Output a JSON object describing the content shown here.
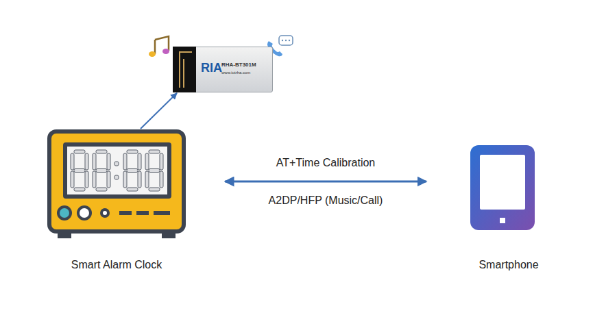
{
  "diagram": {
    "nodes": [
      {
        "text": [
          "RIA",
          "RHA-BT301M",
          "www.iotrha.com"
        ]
      },
      {
        "text": [
          "Smart Alarm Clock"
        ]
      },
      {
        "text": [
          "Smartphone"
        ]
      }
    ],
    "edges": [
      {
        "from": 1,
        "to": 0,
        "arrow": "to"
      },
      {
        "from": 1,
        "to": 2,
        "arrow": "both",
        "label": "AT+Time Calibration"
      }
    ],
    "labels": [
      "A2DP/HFP (Music/Call)"
    ]
  }
}
